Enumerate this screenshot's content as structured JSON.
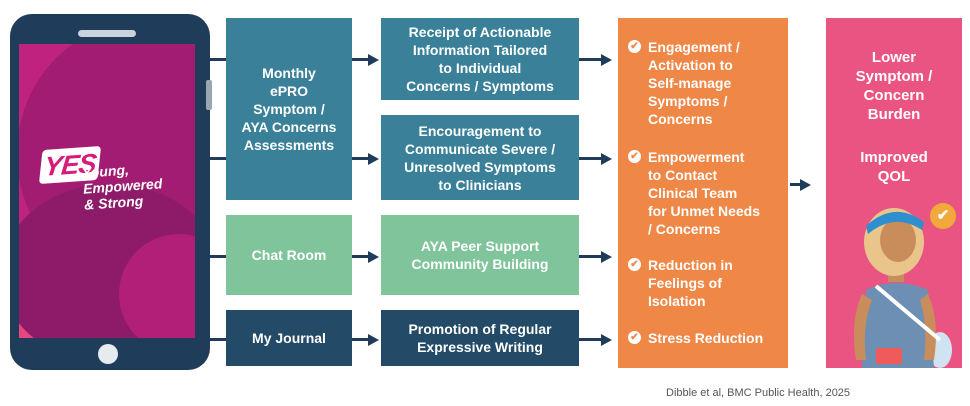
{
  "app": {
    "logo": {
      "word": "YES",
      "tagline": [
        "Young,",
        "Empowered",
        "& Strong"
      ]
    }
  },
  "inputs": [
    {
      "lines": [
        "Monthly",
        "ePRO",
        "Symptom /",
        "AYA Concerns",
        "Assessments"
      ],
      "color": "#3a8099"
    },
    {
      "lines": [
        "Chat Room"
      ],
      "color": "#7fc49a"
    },
    {
      "lines": [
        "My Journal"
      ],
      "color": "#234a66"
    }
  ],
  "mechanisms": [
    {
      "lines": [
        "Receipt of Actionable",
        "Information Tailored",
        "to Individual",
        "Concerns / Symptoms"
      ],
      "color": "#3a8099"
    },
    {
      "lines": [
        "Encouragement to",
        "Communicate Severe /",
        "Unresolved Symptoms",
        "to Clinicians"
      ],
      "color": "#3a8099"
    },
    {
      "lines": [
        "AYA Peer Support",
        "Community Building"
      ],
      "color": "#7fc49a"
    },
    {
      "lines": [
        "Promotion of Regular",
        "Expressive Writing"
      ],
      "color": "#234a66"
    }
  ],
  "outcomes": [
    {
      "lines": [
        "Engagement /",
        "Activation to",
        "Self-manage",
        "Symptoms /",
        "Concerns"
      ]
    },
    {
      "lines": [
        "Empowerment",
        "to Contact",
        "Clinical Team",
        "for Unmet Needs",
        "/ Concerns"
      ]
    },
    {
      "lines": [
        "Reduction in",
        "Feelings of",
        "Isolation"
      ]
    },
    {
      "lines": [
        "Stress Reduction"
      ]
    }
  ],
  "final": {
    "primary": [
      "Lower",
      "Symptom /",
      "Concern",
      "Burden"
    ],
    "secondary": [
      "Improved",
      "QOL"
    ]
  },
  "citation": "Dibble et al, BMC Public Health, 2025",
  "colors": {
    "phone": "#1f3d5a",
    "teal": "#3a8099",
    "green": "#7fc49a",
    "navy": "#234a66",
    "orange": "#ef8747",
    "pink": "#ea5482",
    "magenta": "#c0237f"
  }
}
